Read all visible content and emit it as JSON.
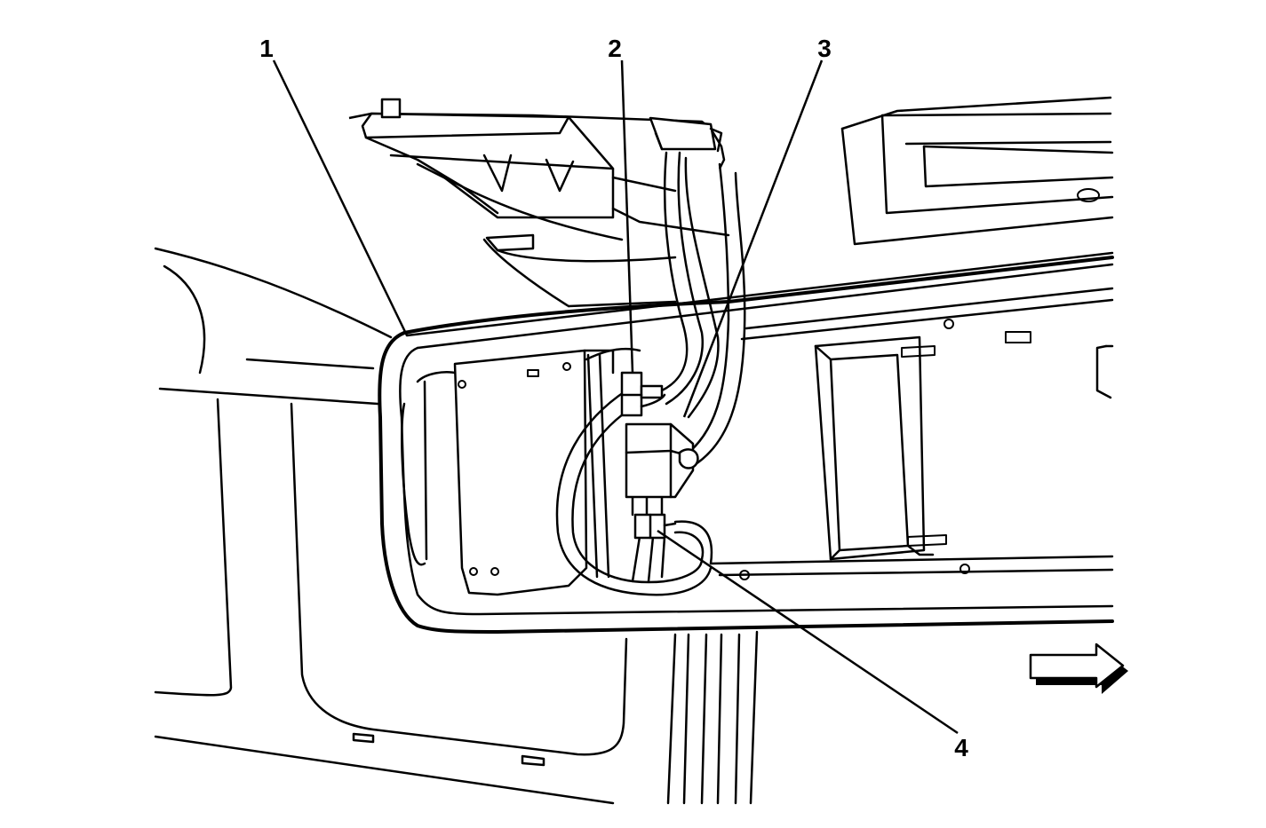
{
  "callouts": [
    {
      "id": "1",
      "label": "1"
    },
    {
      "id": "2",
      "label": "2"
    },
    {
      "id": "3",
      "label": "3"
    },
    {
      "id": "4",
      "label": "4"
    }
  ],
  "direction_arrow": {
    "icon": "right-arrow-icon"
  },
  "colors": {
    "line": "#000000",
    "background": "#ffffff"
  }
}
